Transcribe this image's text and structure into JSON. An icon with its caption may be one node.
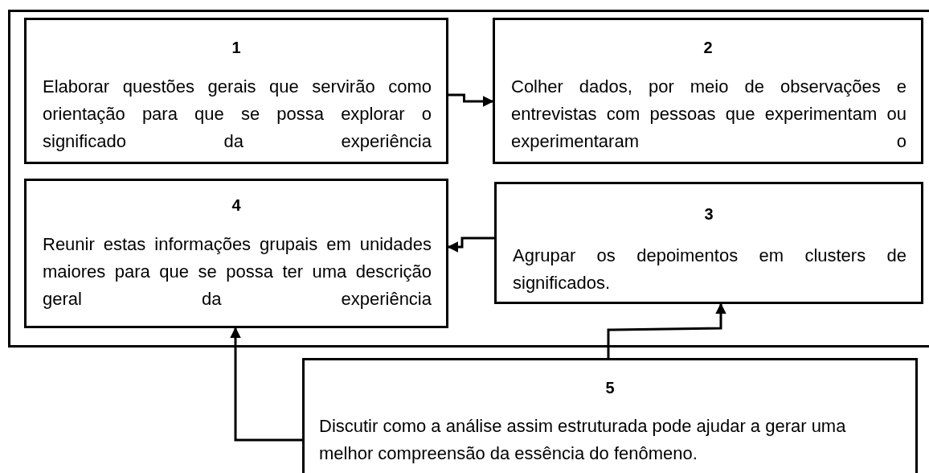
{
  "diagram": {
    "nodes": [
      {
        "text": [],
        "shape": "box"
      },
      {
        "text": [
          "1",
          "Elaborar questões gerais que servirão como orientação para que se possa explorar o significado da experiência"
        ],
        "in": 0
      },
      {
        "text": [
          "2",
          "Colher dados, por meio de observações e entrevistas com pessoas que experimentam ou experimentaram o"
        ],
        "in": 0
      },
      {
        "text": [
          "3",
          "Agrupar os depoimentos em clusters de significados."
        ],
        "in": 0
      },
      {
        "text": [
          "4",
          "Reunir estas informações grupais em unidades maiores para que se possa ter uma descrição geral da experiência"
        ],
        "in": 0
      },
      {
        "text": [
          "5",
          "Discutir como a análise assim estruturada pode ajudar a gerar uma melhor compreensão da essência do fenômeno."
        ]
      }
    ],
    "edges": [
      {
        "from": 1,
        "to": 2,
        "arrow": "to"
      },
      {
        "from": 3,
        "to": 4,
        "arrow": "to"
      },
      {
        "from": 5,
        "to": 3,
        "arrow": "to"
      },
      {
        "from": 5,
        "to": 4,
        "arrow": "to"
      }
    ]
  }
}
